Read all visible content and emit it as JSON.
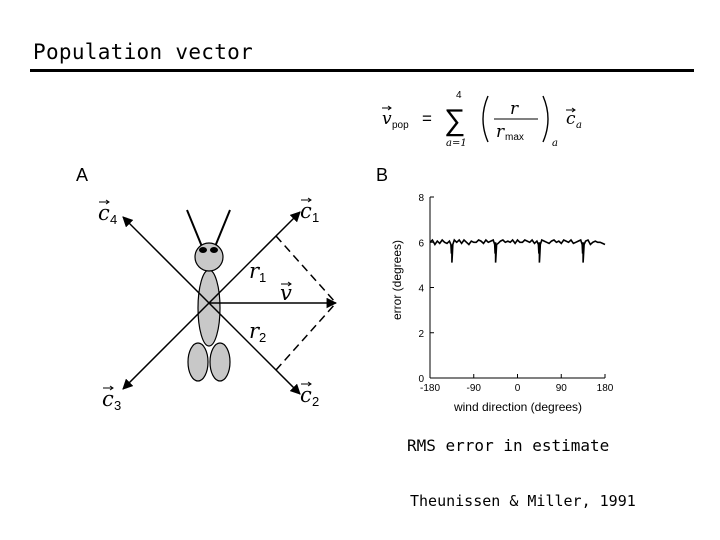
{
  "slide": {
    "title": "Population vector",
    "caption": "RMS error in estimate",
    "citation": "Theunissen & Miller, 1991"
  },
  "formula": {
    "lhs": "v",
    "lhs_sub": "pop",
    "equals": "=",
    "sum_top": "4",
    "sum_bottom": "a=1",
    "numerator": "r",
    "denominator": "r",
    "denominator_sub": "max",
    "paren_sub": "a",
    "vector": "c",
    "vector_sub": "a"
  },
  "panel_a": {
    "label": "A",
    "c1": "c",
    "c1_sub": "1",
    "c2": "c",
    "c2_sub": "2",
    "c3": "c",
    "c3_sub": "3",
    "c4": "c",
    "c4_sub": "4",
    "r1": "r",
    "r1_sub": "1",
    "r2": "r",
    "r2_sub": "2",
    "v": "v"
  },
  "chart_data": {
    "type": "line",
    "label": "B",
    "xlabel": "wind direction (degrees)",
    "ylabel": "error (degrees)",
    "xlim": [
      -180,
      180
    ],
    "ylim": [
      0,
      8
    ],
    "xticks": [
      -180,
      -90,
      0,
      90,
      180
    ],
    "yticks": [
      0,
      2,
      4,
      6,
      8
    ],
    "x": [
      -180,
      -175,
      -170,
      -165,
      -160,
      -155,
      -150,
      -145,
      -140,
      -135,
      -130,
      -125,
      -120,
      -115,
      -110,
      -105,
      -100,
      -95,
      -90,
      -85,
      -80,
      -75,
      -70,
      -65,
      -60,
      -55,
      -50,
      -45,
      -40,
      -35,
      -30,
      -25,
      -20,
      -15,
      -10,
      -5,
      0,
      5,
      10,
      15,
      20,
      25,
      30,
      35,
      40,
      45,
      50,
      55,
      60,
      65,
      70,
      75,
      80,
      85,
      90,
      95,
      100,
      105,
      110,
      115,
      120,
      125,
      130,
      135,
      140,
      145,
      150,
      155,
      160,
      165,
      170,
      175,
      180
    ],
    "y": [
      6.0,
      6.1,
      5.9,
      6.05,
      5.95,
      6.1,
      6.0,
      5.95,
      6.05,
      5.9,
      6.1,
      6.0,
      6.1,
      5.95,
      6.1,
      6.0,
      5.9,
      6.05,
      6.0,
      6.0,
      6.1,
      6.05,
      5.95,
      6.1,
      6.0,
      6.05,
      6.1,
      6.0,
      5.95,
      6.05,
      6.1,
      6.0,
      6.05,
      6.0,
      6.1,
      5.95,
      6.1,
      6.0,
      6.0,
      6.1,
      6.05,
      6.0,
      6.1,
      5.95,
      6.05,
      6.0,
      6.1,
      6.05,
      6.0,
      5.95,
      6.05,
      6.1,
      6.0,
      6.05,
      5.95,
      6.1,
      6.05,
      6.0,
      6.1,
      5.95,
      6.0,
      6.05,
      6.1,
      6.0,
      6.05,
      6.1,
      5.9,
      6.0,
      6.05,
      6.0,
      6.0,
      5.95,
      5.9
    ],
    "dips": [
      {
        "x": -135,
        "y": 5.1
      },
      {
        "x": -45,
        "y": 5.1
      },
      {
        "x": 45,
        "y": 5.1
      },
      {
        "x": 135,
        "y": 5.1
      }
    ]
  }
}
